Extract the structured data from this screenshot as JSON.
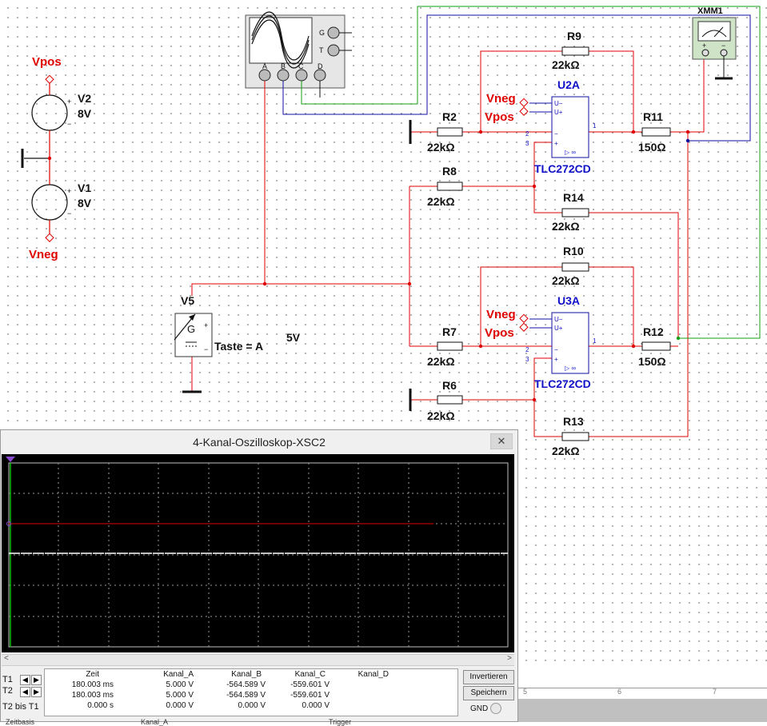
{
  "schematic": {
    "sources": {
      "v2": {
        "name": "V2",
        "value": "8V"
      },
      "v1": {
        "name": "V1",
        "value": "8V"
      },
      "vpos": "Vpos",
      "vneg": "Vneg"
    },
    "signal_source": {
      "name": "V5",
      "symbol": "G",
      "key_label": "Taste = A",
      "voltage": "5V"
    },
    "resistors": {
      "r9": {
        "name": "R9",
        "value": "22kΩ"
      },
      "r2": {
        "name": "R2",
        "value": "22kΩ"
      },
      "r11": {
        "name": "R11",
        "value": "150Ω"
      },
      "r8": {
        "name": "R8",
        "value": "22kΩ"
      },
      "r14": {
        "name": "R14",
        "value": "22kΩ"
      },
      "r10": {
        "name": "R10",
        "value": "22kΩ"
      },
      "r7": {
        "name": "R7",
        "value": "22kΩ"
      },
      "r12": {
        "name": "R12",
        "value": "150Ω"
      },
      "r6": {
        "name": "R6",
        "value": "22kΩ"
      },
      "r13": {
        "name": "R13",
        "value": "22kΩ"
      }
    },
    "opamps": {
      "u2a": {
        "name": "U2A",
        "part": "TLC272CD",
        "vneg": "Vneg",
        "vpos": "Vpos"
      },
      "u3a": {
        "name": "U3A",
        "part": "TLC272CD",
        "vneg": "Vneg",
        "vpos": "Vpos"
      }
    },
    "multimeter": {
      "name": "XMM1"
    },
    "scope_symbol": {
      "g": "G",
      "t": "T",
      "a": "A",
      "b": "B",
      "c": "C",
      "d": "D"
    }
  },
  "scope_window": {
    "title": "4-Kanal-Oszilloskop-XSC2",
    "close": "✕",
    "headers": [
      "Zeit",
      "Kanal_A",
      "Kanal_B",
      "Kanal_C",
      "Kanal_D"
    ],
    "rows": [
      {
        "label": "T1",
        "zeit": "180.003 ms",
        "a": "5.000 V",
        "b": "-564.589 V",
        "c": "-559.601 V",
        "d": ""
      },
      {
        "label": "T2",
        "zeit": "180.003 ms",
        "a": "5.000 V",
        "b": "-564.589 V",
        "c": "-559.601 V",
        "d": ""
      },
      {
        "label": "T2 bis T1",
        "zeit": "0.000 s",
        "a": "0.000 V",
        "b": "0.000 V",
        "c": "0.000 V",
        "d": ""
      }
    ],
    "buttons": {
      "invert": "Invertieren",
      "save": "Speichern",
      "gnd": "GND"
    },
    "bottom_cut": {
      "timebase": "Zeitbasis",
      "channel": "Kanal_A",
      "trigger": "Trigger"
    }
  },
  "ruler": {
    "marks": [
      "5",
      "6",
      "7"
    ]
  },
  "colors": {
    "wire_red": "#e00000",
    "wire_blue": "#1010a0",
    "wire_green": "#10a010",
    "label_blue": "#1010c8",
    "trace_red": "#e00000",
    "trace_white": "#ffffff"
  }
}
